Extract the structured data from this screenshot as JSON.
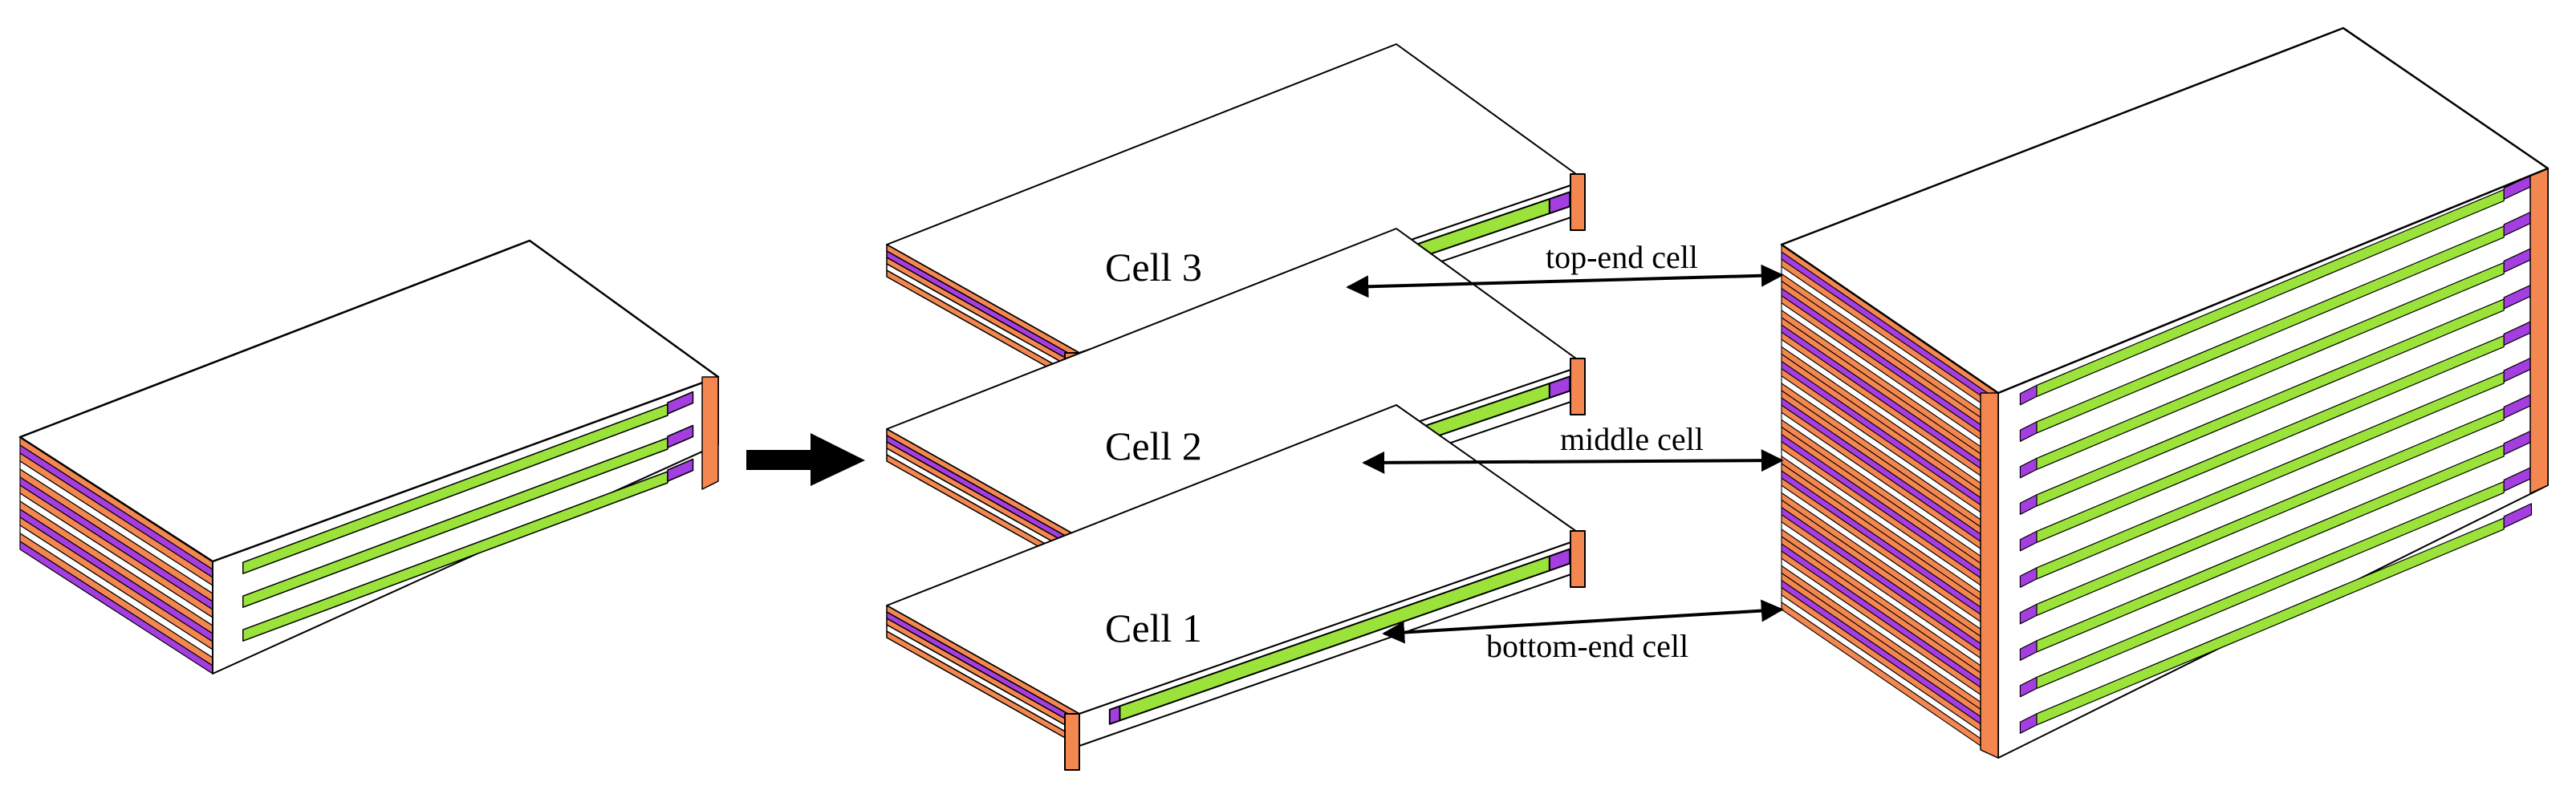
{
  "colors": {
    "top_face": "#ffffff",
    "orange_layer": "#f4874f",
    "purple_layer": "#a53ee0",
    "green_layer": "#9be23a",
    "edge": "#000000",
    "arrow": "#000000"
  },
  "labels": {
    "cell_3": "Cell 3",
    "cell_2": "Cell 2",
    "cell_1": "Cell 1",
    "top_end": "top-end cell",
    "middle": "middle cell",
    "bottom_end": "bottom-end cell"
  },
  "assembled_stack": {
    "visible_cells": 3
  },
  "full_stack": {
    "visible_cells": 10
  }
}
